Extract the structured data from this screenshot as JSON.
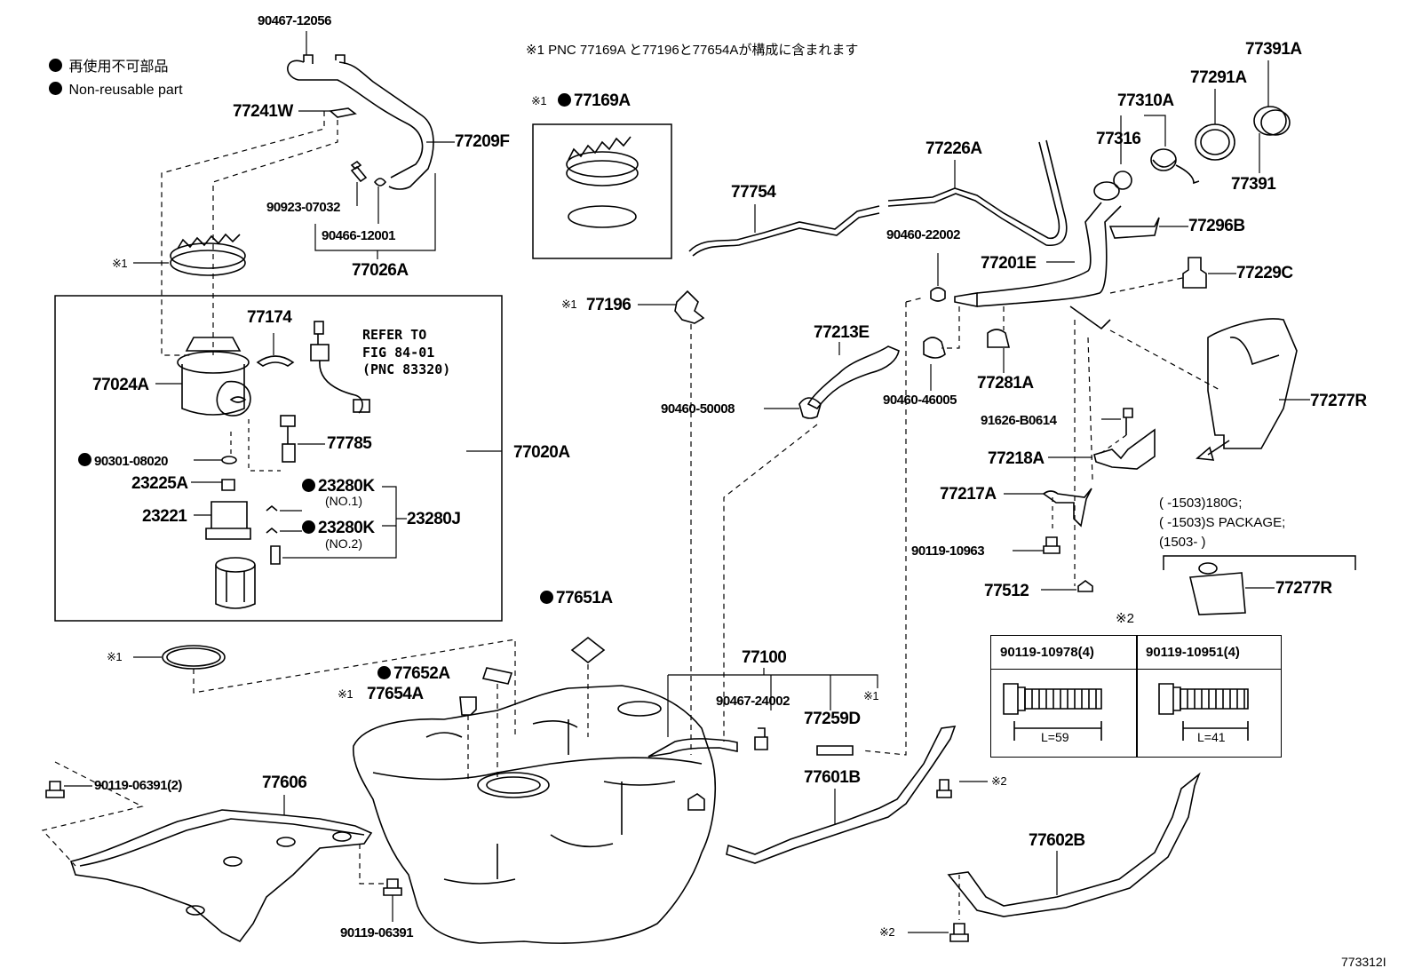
{
  "legend": {
    "line1": "再使用不可部品",
    "line2": "Non-reusable part"
  },
  "note_top": "※1 PNC 77169A と77196と77654Aが構成に含まれます",
  "figure_id": "773312I",
  "refer": {
    "line1": "REFER TO",
    "line2": "FIG 84-01",
    "line3": "(PNC 83320)"
  },
  "variants": {
    "line1": "(       -1503)180G;",
    "line2": "(       -1503)S PACKAGE;",
    "line3": "(1503-       )"
  },
  "bolt_table": {
    "marker": "※2",
    "col1": "90119-10978(4)",
    "col2": "90119-10951(4)",
    "len1": "L=59",
    "len2": "L=41"
  },
  "parts": {
    "p90467_12056": "90467-12056",
    "p77241W": "77241W",
    "p77209F": "77209F",
    "p90923_07032": "90923-07032",
    "p90466_12001": "90466-12001",
    "p77026A": "77026A",
    "mk1_ring": "※1",
    "p77174": "77174",
    "p77024A": "77024A",
    "p77785": "77785",
    "p90301_08020": "90301-08020",
    "p23225A": "23225A",
    "p23221": "23221",
    "p23280K_1": "23280K",
    "no1": "(NO.1)",
    "p23280K_2": "23280K",
    "no2": "(NO.2)",
    "p23280J": "23280J",
    "p77020A": "77020A",
    "mk1_gasket": "※1",
    "mk1_77169A": "※1",
    "p77169A": "77169A",
    "mk1_77196": "※1",
    "p77196": "77196",
    "p77754": "77754",
    "p77226A": "77226A",
    "p90460_22002": "90460-22002",
    "p77201E": "77201E",
    "p77213E": "77213E",
    "p90460_50008": "90460-50008",
    "p90460_46005": "90460-46005",
    "p77281A": "77281A",
    "p77310A": "77310A",
    "p77316": "77316",
    "p77291A": "77291A",
    "p77391A": "77391A",
    "p77391": "77391",
    "p77296B": "77296B",
    "p77229C": "77229C",
    "p77277R": "77277R",
    "p91626_B0614": "91626-B0614",
    "p77218A": "77218A",
    "p77217A": "77217A",
    "p90119_10963": "90119-10963",
    "p77512": "77512",
    "p77277R_2": "77277R",
    "p77651A": "77651A",
    "p77652A": "77652A",
    "mk1_77654A": "※1",
    "p77654A": "77654A",
    "p77100": "77100",
    "p90467_24002": "90467-24002",
    "mk1_77100": "※1",
    "p77259D": "77259D",
    "p77601B": "77601B",
    "mk2_a": "※2",
    "p77602B": "77602B",
    "mk2_b": "※2",
    "p90119_06391_2": "90119-06391(2)",
    "p77606": "77606",
    "p90119_06391": "90119-06391"
  }
}
